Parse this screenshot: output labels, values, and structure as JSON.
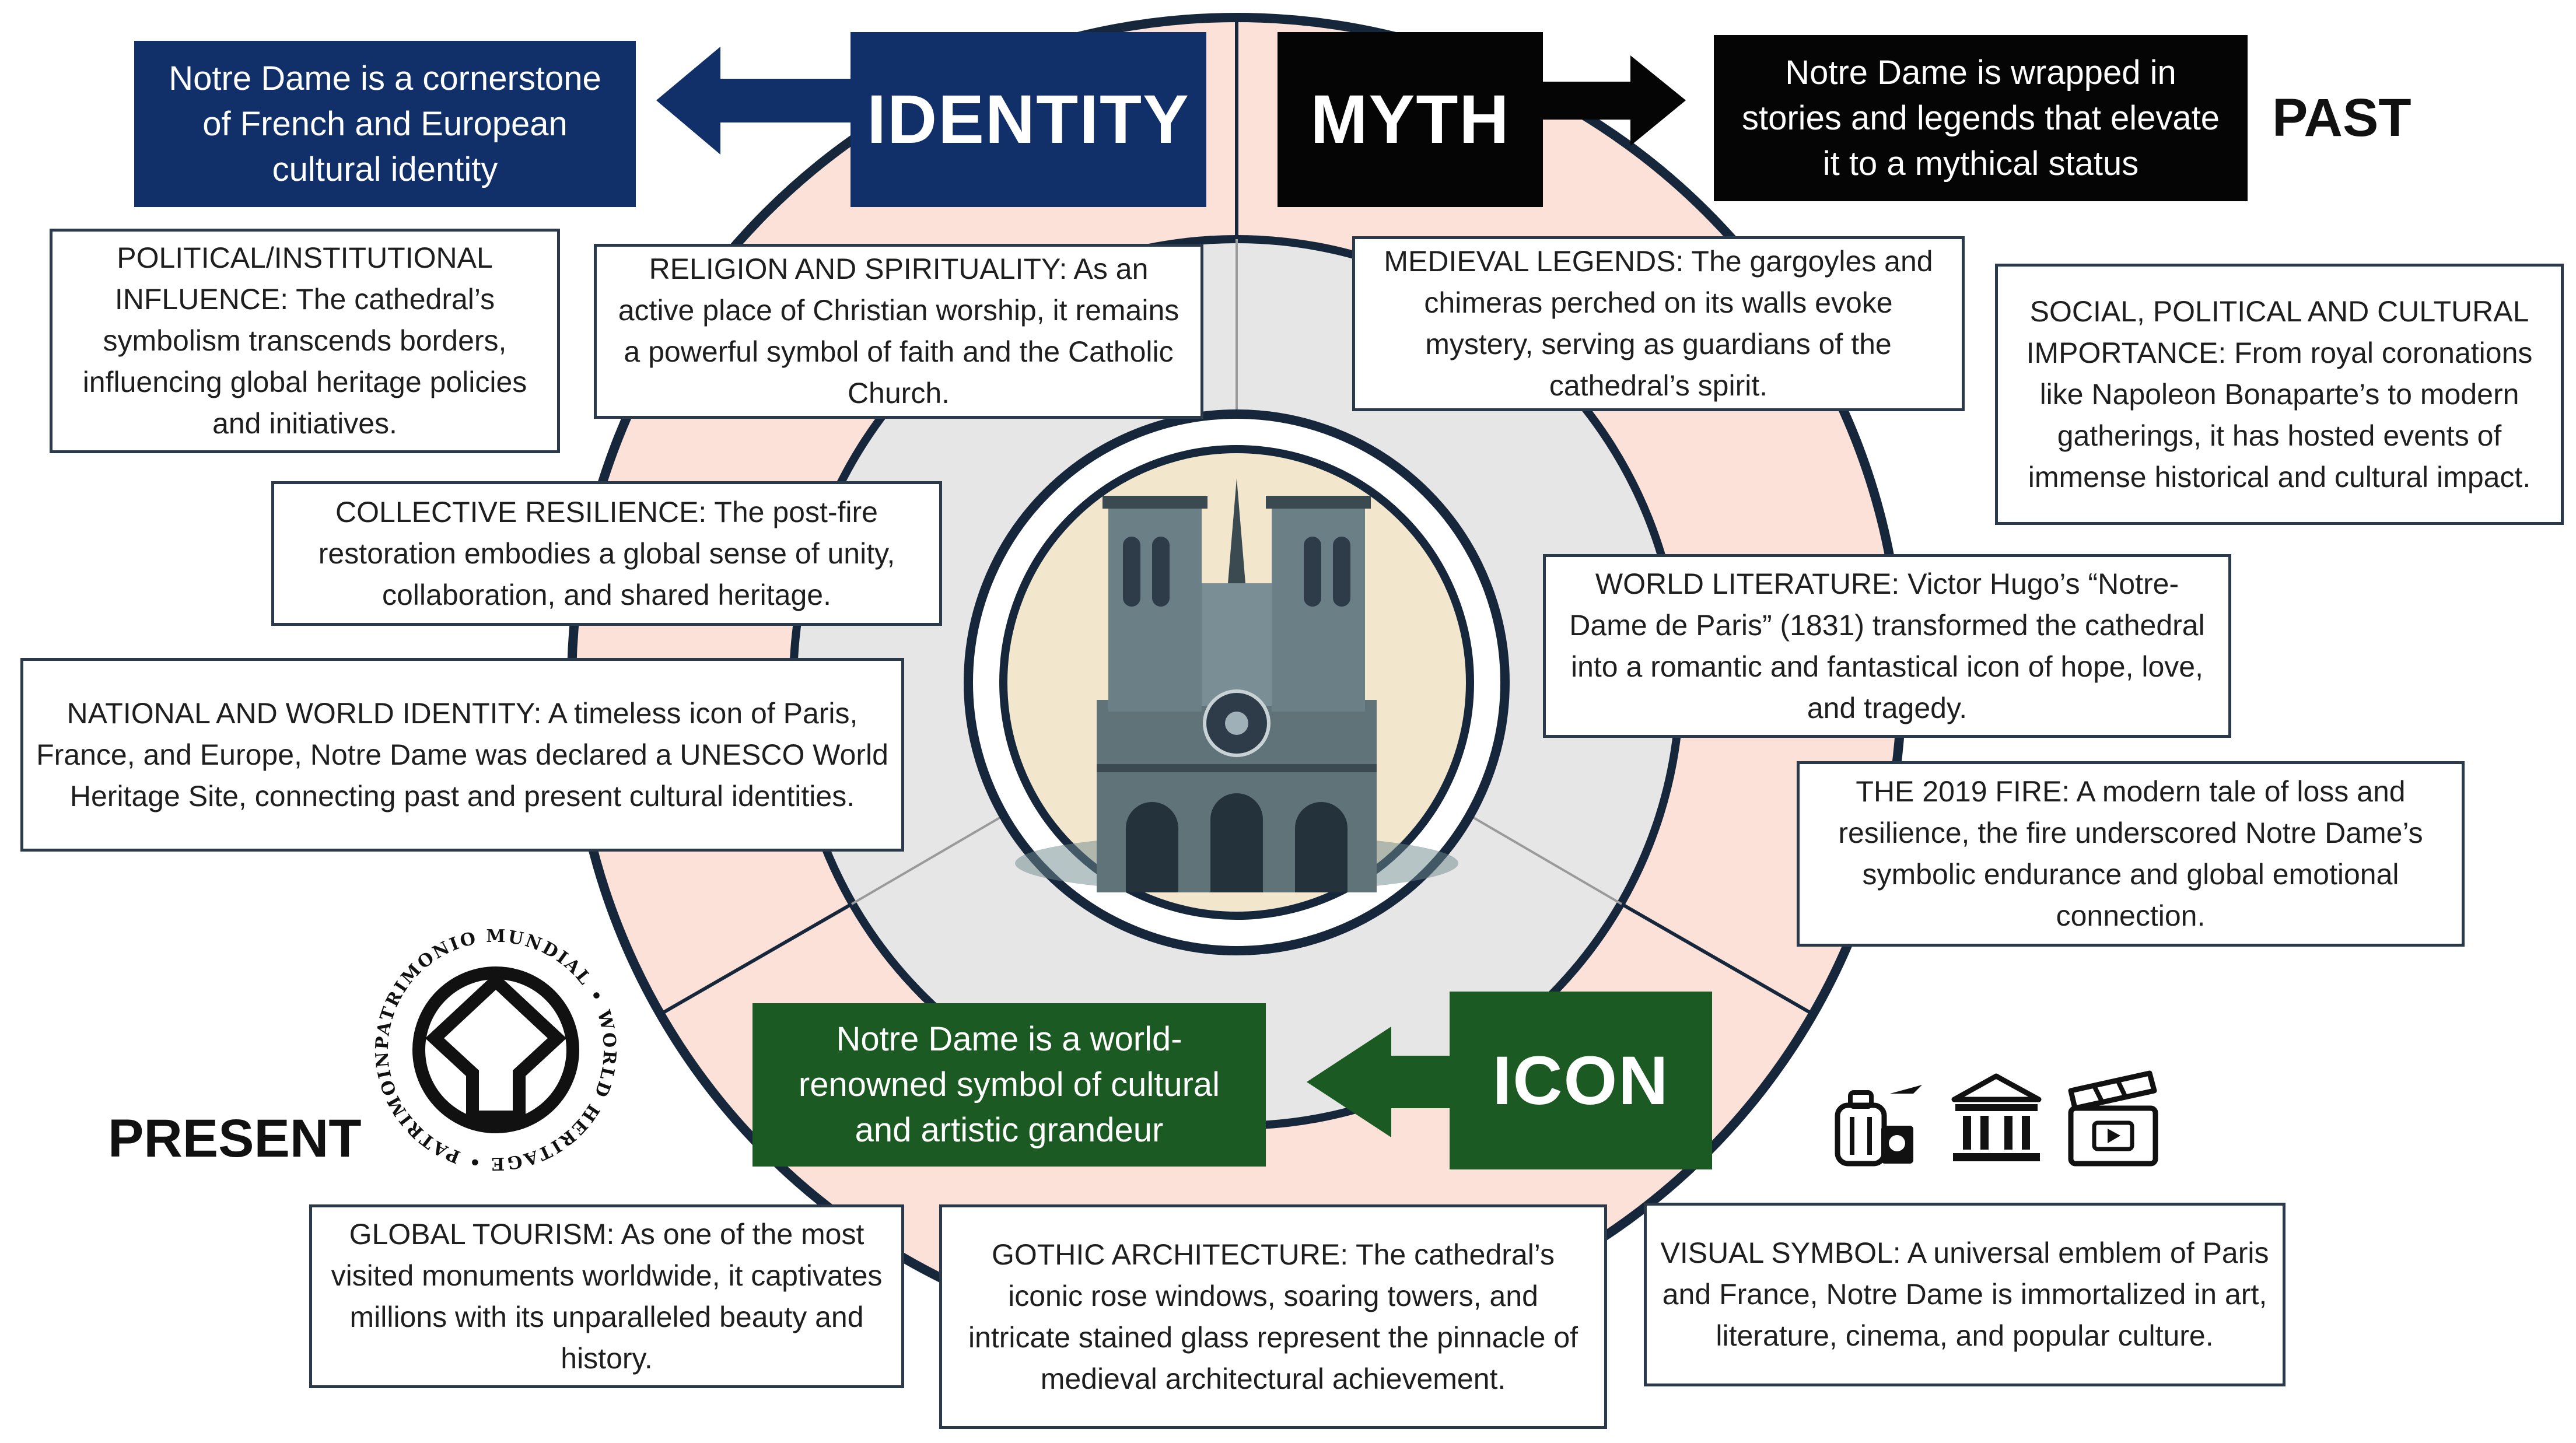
{
  "colors": {
    "identity": "#11306a",
    "myth": "#050505",
    "icon": "#1b5a22",
    "outer_ring": "#fbe1d8",
    "inner_ring": "#e6e6e6",
    "ring_stroke": "#16263b"
  },
  "titles": {
    "identity": "IDENTITY",
    "myth": "MYTH",
    "icon": "ICON"
  },
  "descriptions": {
    "identity": "Notre Dame is a cornerstone of French and European cultural identity",
    "myth": "Notre Dame is wrapped in stories and legends that elevate it to a mythical status",
    "icon": "Notre Dame is a world-renowned symbol of cultural and artistic grandeur"
  },
  "era_labels": {
    "past": "PAST",
    "present": "PRESENT"
  },
  "boxes": {
    "political": "POLITICAL/INSTITUTIONAL INFLUENCE: The cathedral’s symbolism transcends borders, influencing global heritage policies and initiatives.",
    "religion": "RELIGION AND SPIRITUALITY: As an active place of Christian worship, it remains a powerful symbol of faith and the Catholic Church.",
    "medieval": "MEDIEVAL LEGENDS: The gargoyles and chimeras perched on its walls evoke mystery, serving as guardians of the cathedral’s spirit.",
    "social": "SOCIAL, POLITICAL AND CULTURAL IMPORTANCE: From royal coronations like Napoleon Bonaparte’s to modern gatherings, it has hosted events of immense historical and cultural impact.",
    "resilience": "COLLECTIVE RESILIENCE: The post-fire restoration embodies a global sense of unity, collaboration, and shared heritage.",
    "literature": "WORLD LITERATURE: Victor Hugo’s “Notre-Dame de Paris” (1831) transformed the cathedral into a romantic and fantastical icon of hope, love, and tragedy.",
    "national": "NATIONAL AND WORLD IDENTITY: A timeless icon of Paris, France, and Europe, Notre Dame was declared a UNESCO World Heritage Site, connecting past and present cultural identities.",
    "fire": "THE 2019 FIRE: A modern tale of loss and resilience, the fire underscored Notre Dame’s symbolic endurance and global emotional connection.",
    "tourism": "GLOBAL TOURISM: As one of the most visited monuments worldwide, it captivates millions with its unparalleled beauty and history.",
    "gothic": "GOTHIC ARCHITECTURE: The cathedral’s iconic rose windows, soaring towers, and intricate stained glass represent the pinnacle of medieval architectural achievement.",
    "visual": "VISUAL SYMBOL: A universal emblem of Paris and France, Notre Dame is immortalized in art, literature, cinema, and popular culture."
  },
  "emblem_text": "PATRIMONIO MUNDIAL • WORLD HERITAGE • PATRIMOINE MONDIAL •",
  "icons": [
    "travel-luggage-icon",
    "museum-icon",
    "clapperboard-icon"
  ]
}
